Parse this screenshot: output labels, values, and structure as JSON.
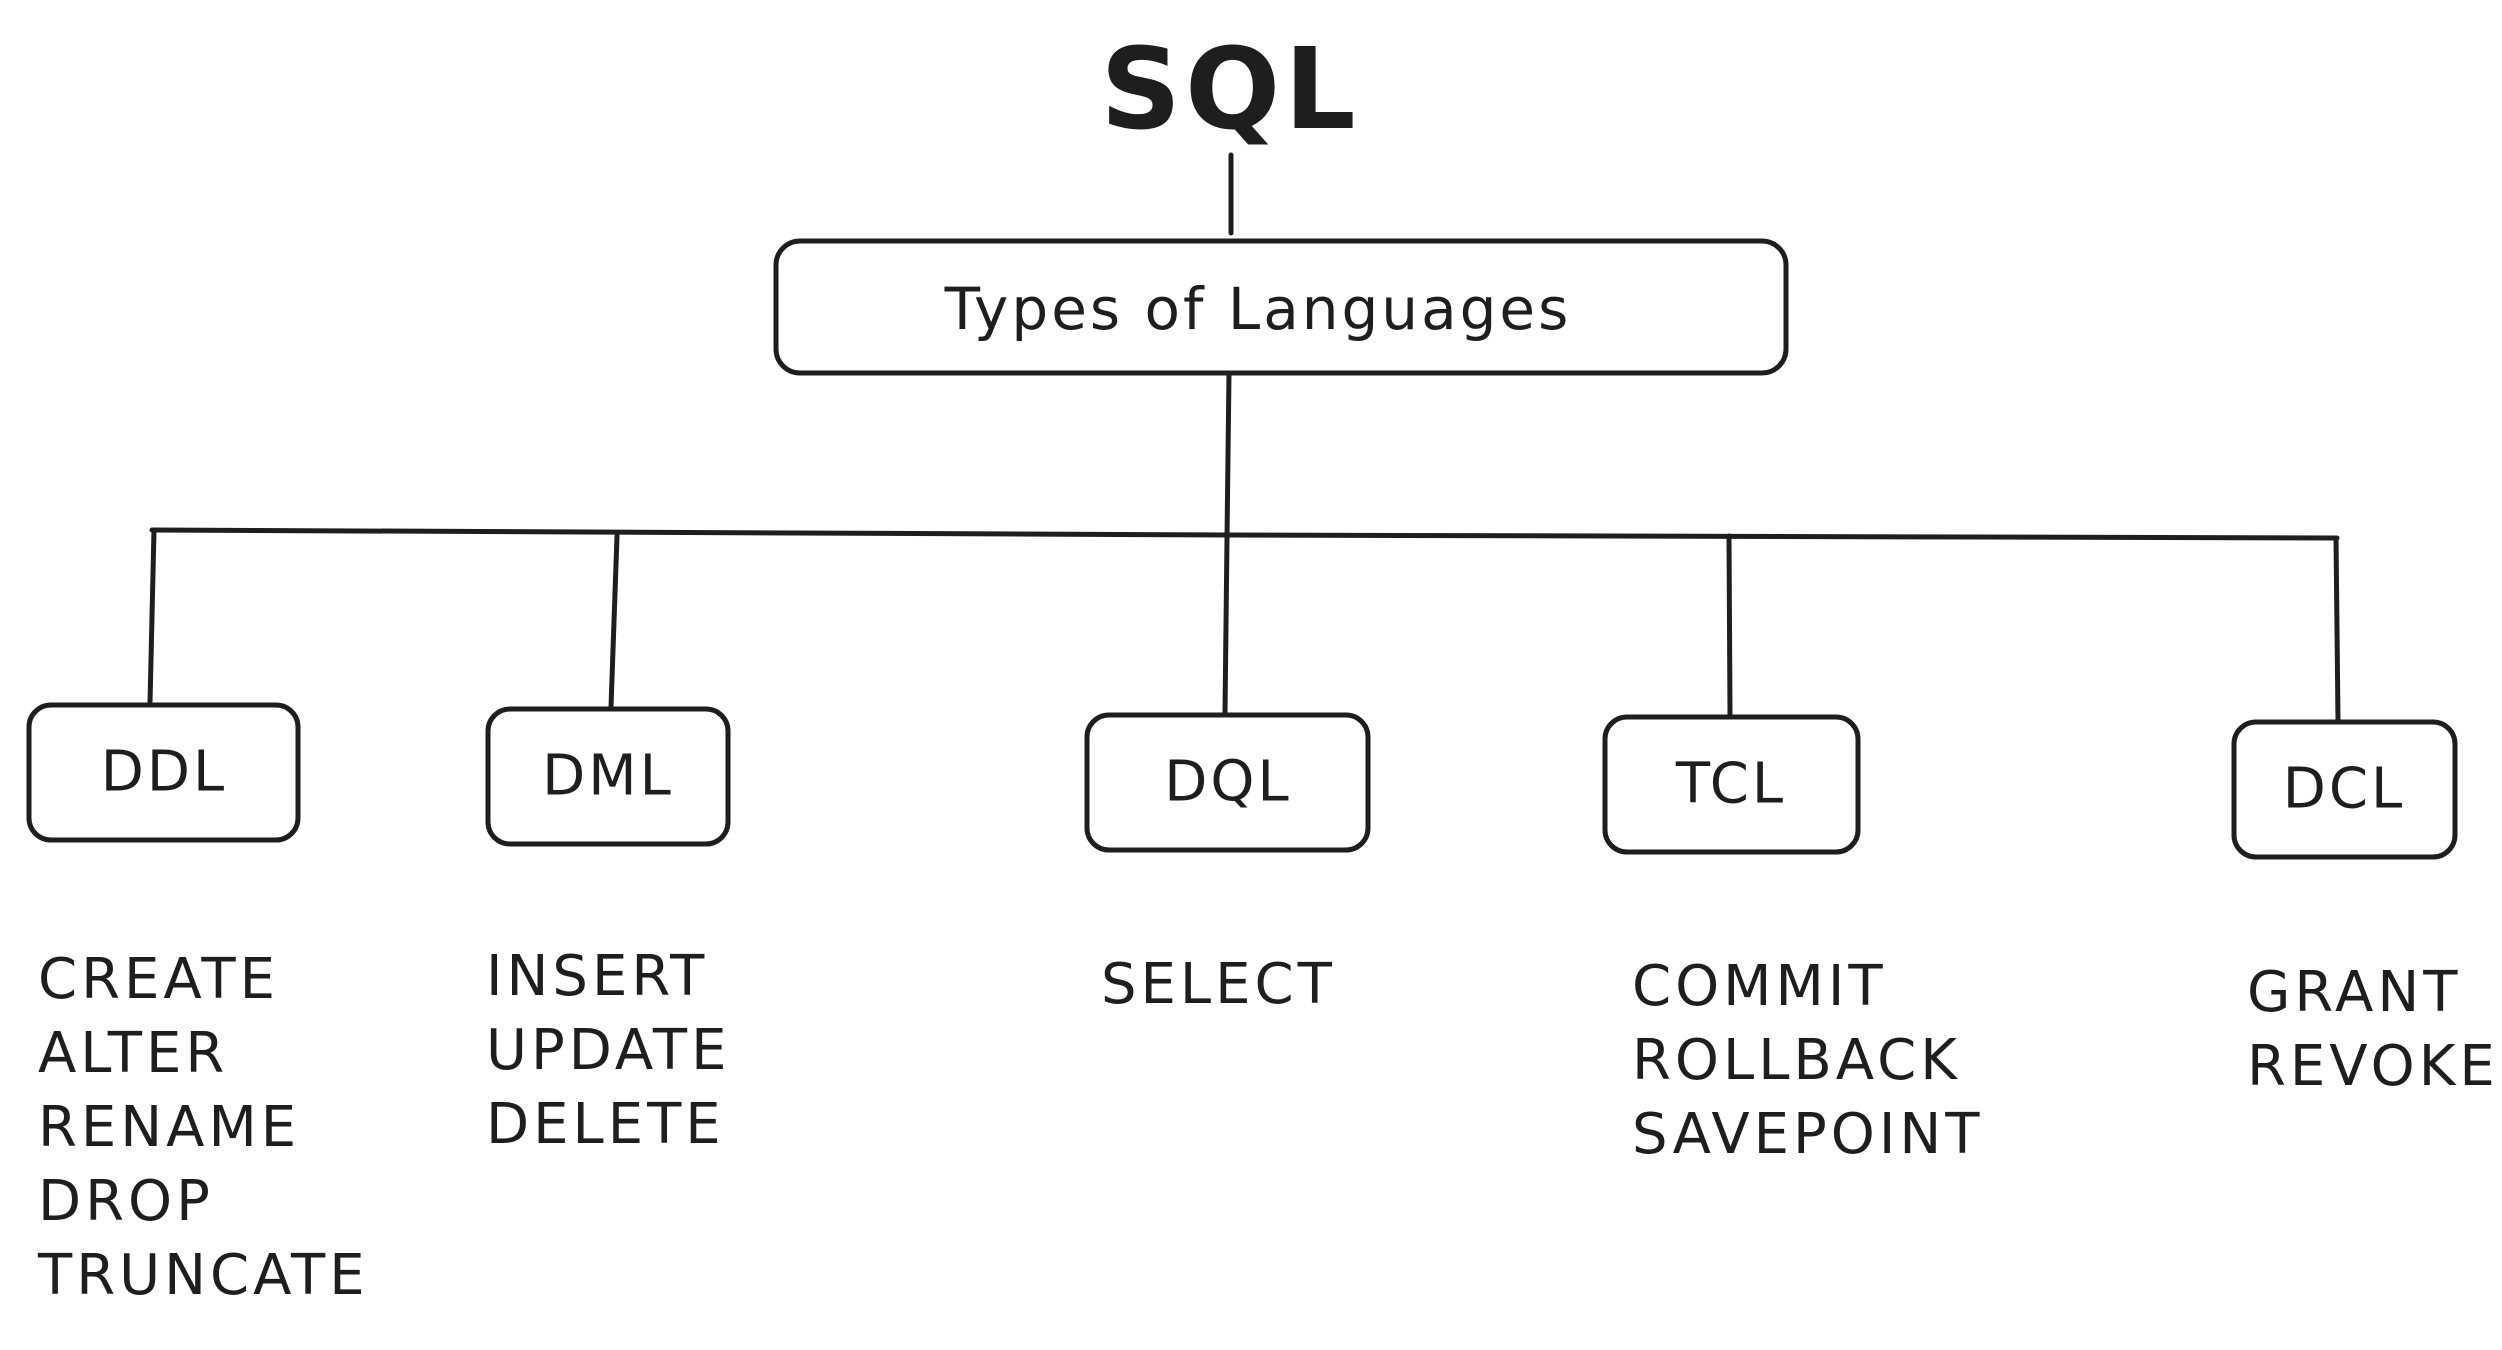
{
  "diagram": {
    "title": "SQL",
    "root": {
      "label": "Types of Languages"
    },
    "categories": [
      {
        "name": "DDL",
        "commands": [
          "CREATE",
          "ALTER",
          "RENAME",
          "DROP",
          "TRUNCATE"
        ]
      },
      {
        "name": "DML",
        "commands": [
          "INSERT",
          "UPDATE",
          "DELETE"
        ]
      },
      {
        "name": "DQL",
        "commands": [
          "SELECT"
        ]
      },
      {
        "name": "TCL",
        "commands": [
          "COMMIT",
          "ROLLBACK",
          "SAVEPOINT"
        ]
      },
      {
        "name": "DCL",
        "commands": [
          "GRANT",
          "REVOKE"
        ]
      }
    ]
  },
  "colors": {
    "stroke": "#1e1e1e",
    "background": "#ffffff"
  }
}
